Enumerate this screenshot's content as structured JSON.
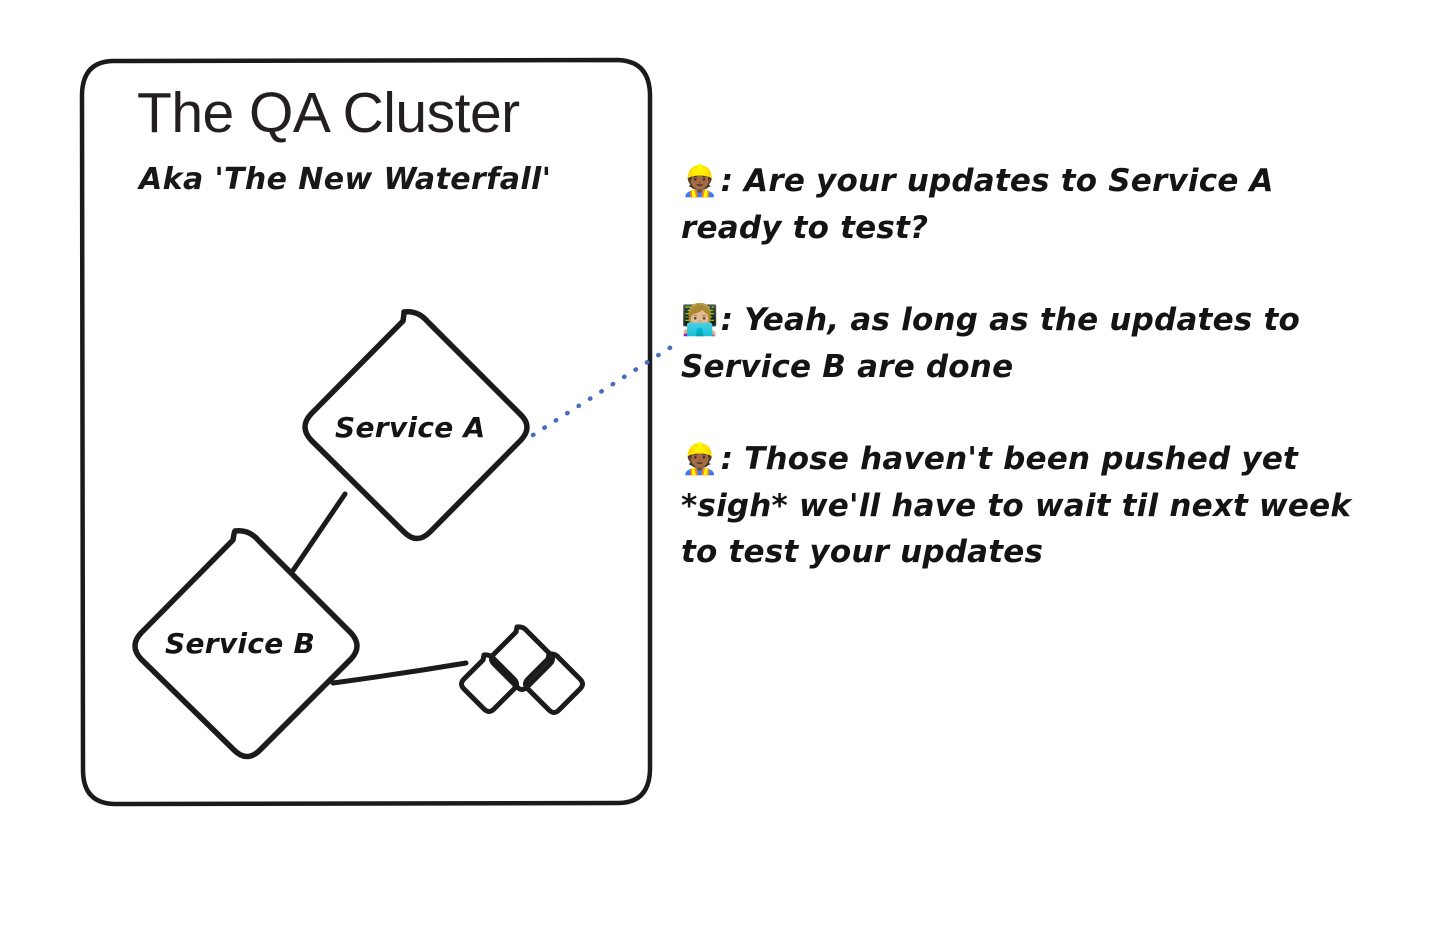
{
  "canvas": {
    "background": "#ffffff",
    "ink_color": "#1b1b1d",
    "accent_color": "#4a6cbf"
  },
  "card": {
    "title": "The QA Cluster",
    "subtitle": "Aka 'The New Waterfall'",
    "border_color": "#1b1b1d"
  },
  "diagram": {
    "nodes": [
      {
        "id": "service-a",
        "label": "Service A",
        "shape": "diamond"
      },
      {
        "id": "service-b",
        "label": "Service B",
        "shape": "diamond"
      }
    ],
    "small_nodes": [
      {
        "id": "small-diamond-left",
        "label": "",
        "shape": "diamond"
      },
      {
        "id": "small-diamond-top",
        "label": "",
        "shape": "diamond"
      },
      {
        "id": "small-diamond-right",
        "label": "",
        "shape": "diamond"
      }
    ],
    "edges": [
      {
        "id": "edge-a-b",
        "from": "service-a",
        "to": "service-b",
        "style": "solid",
        "color": "#1b1b1d"
      },
      {
        "id": "edge-b-cluster",
        "from": "service-b",
        "to": "small-diamond-left",
        "style": "solid",
        "color": "#1b1b1d"
      },
      {
        "id": "edge-a-callout",
        "from": "service-a",
        "to": "message-2",
        "style": "dotted",
        "color": "#4a6cbf"
      }
    ]
  },
  "conversation": {
    "messages": [
      {
        "id": "message-1",
        "speaker_icon": "construction-worker-emoji",
        "emoji": "👷🏾",
        "text": ": Are your updates to Service A ready to test?"
      },
      {
        "id": "message-2",
        "speaker_icon": "woman-technologist-emoji",
        "emoji": "👩🏼‍💻",
        "text": ": Yeah, as long as the updates to Service B are done"
      },
      {
        "id": "message-3",
        "speaker_icon": "construction-worker-emoji",
        "emoji": "👷🏾",
        "text": ": Those haven't been pushed yet *sigh* we'll have to wait til next week to test your updates"
      }
    ]
  }
}
